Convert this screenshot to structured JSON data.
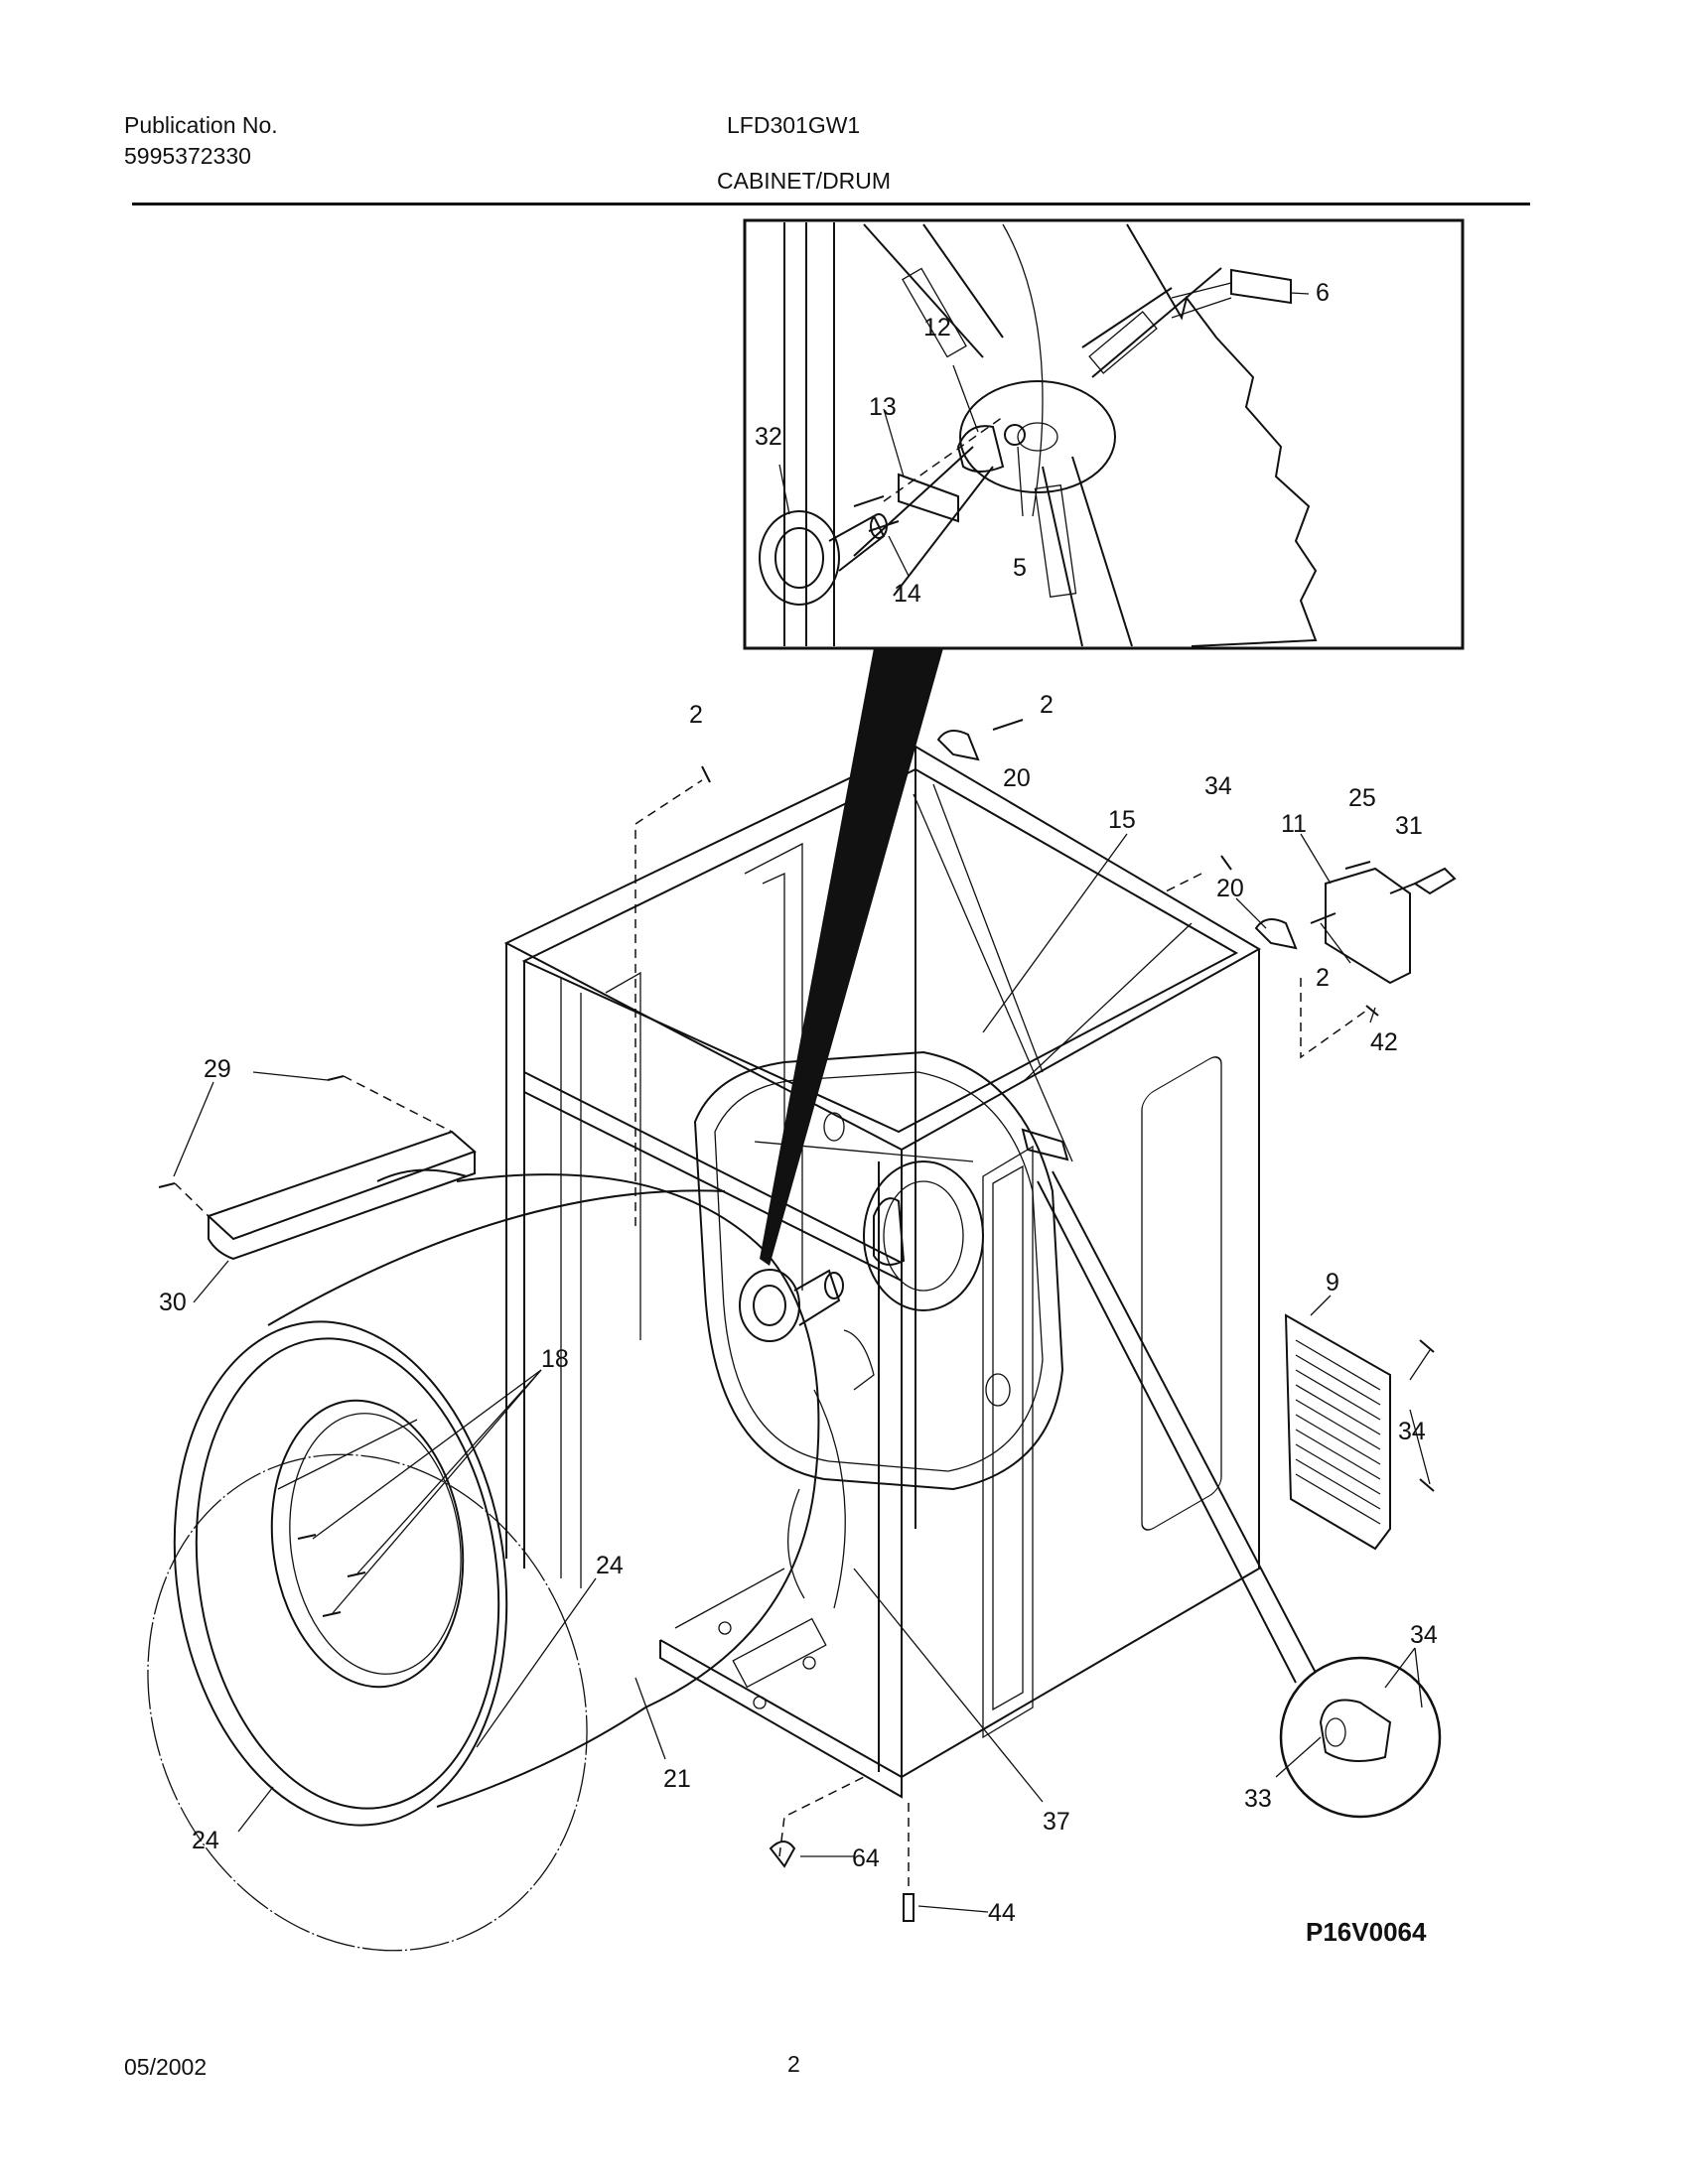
{
  "header": {
    "publication_label": "Publication No.",
    "publication_number": "5995372330",
    "model": "LFD301GW1",
    "section_title": "CABINET/DRUM"
  },
  "diagram": {
    "inset_callouts": [
      "6",
      "12",
      "13",
      "32",
      "14",
      "5"
    ],
    "main_callouts": [
      "2",
      "2",
      "20",
      "34",
      "25",
      "31",
      "15",
      "11",
      "20",
      "2",
      "42",
      "29",
      "30",
      "9",
      "18",
      "34",
      "24",
      "34",
      "21",
      "33",
      "37",
      "24",
      "64",
      "44"
    ],
    "drawing_code": "P16V0064"
  },
  "footer": {
    "date": "05/2002",
    "page_number": "2"
  }
}
